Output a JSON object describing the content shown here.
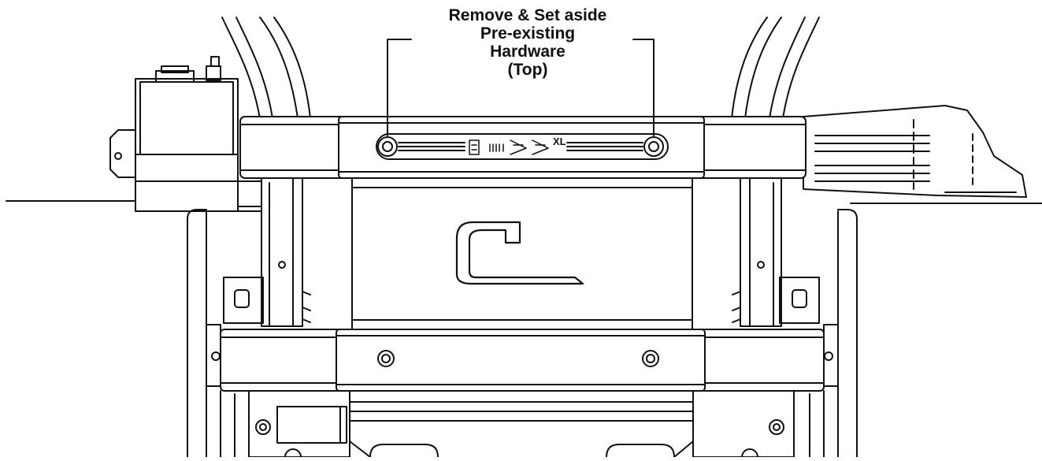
{
  "callout": {
    "lines": [
      "Remove & Set aside",
      "Pre-existing",
      "Hardware",
      "(Top)"
    ]
  },
  "bar_emblem": {
    "badge_text": "XL"
  },
  "colors": {
    "line": "#111111",
    "background": "#ffffff",
    "shade": "#f2f2f2"
  }
}
